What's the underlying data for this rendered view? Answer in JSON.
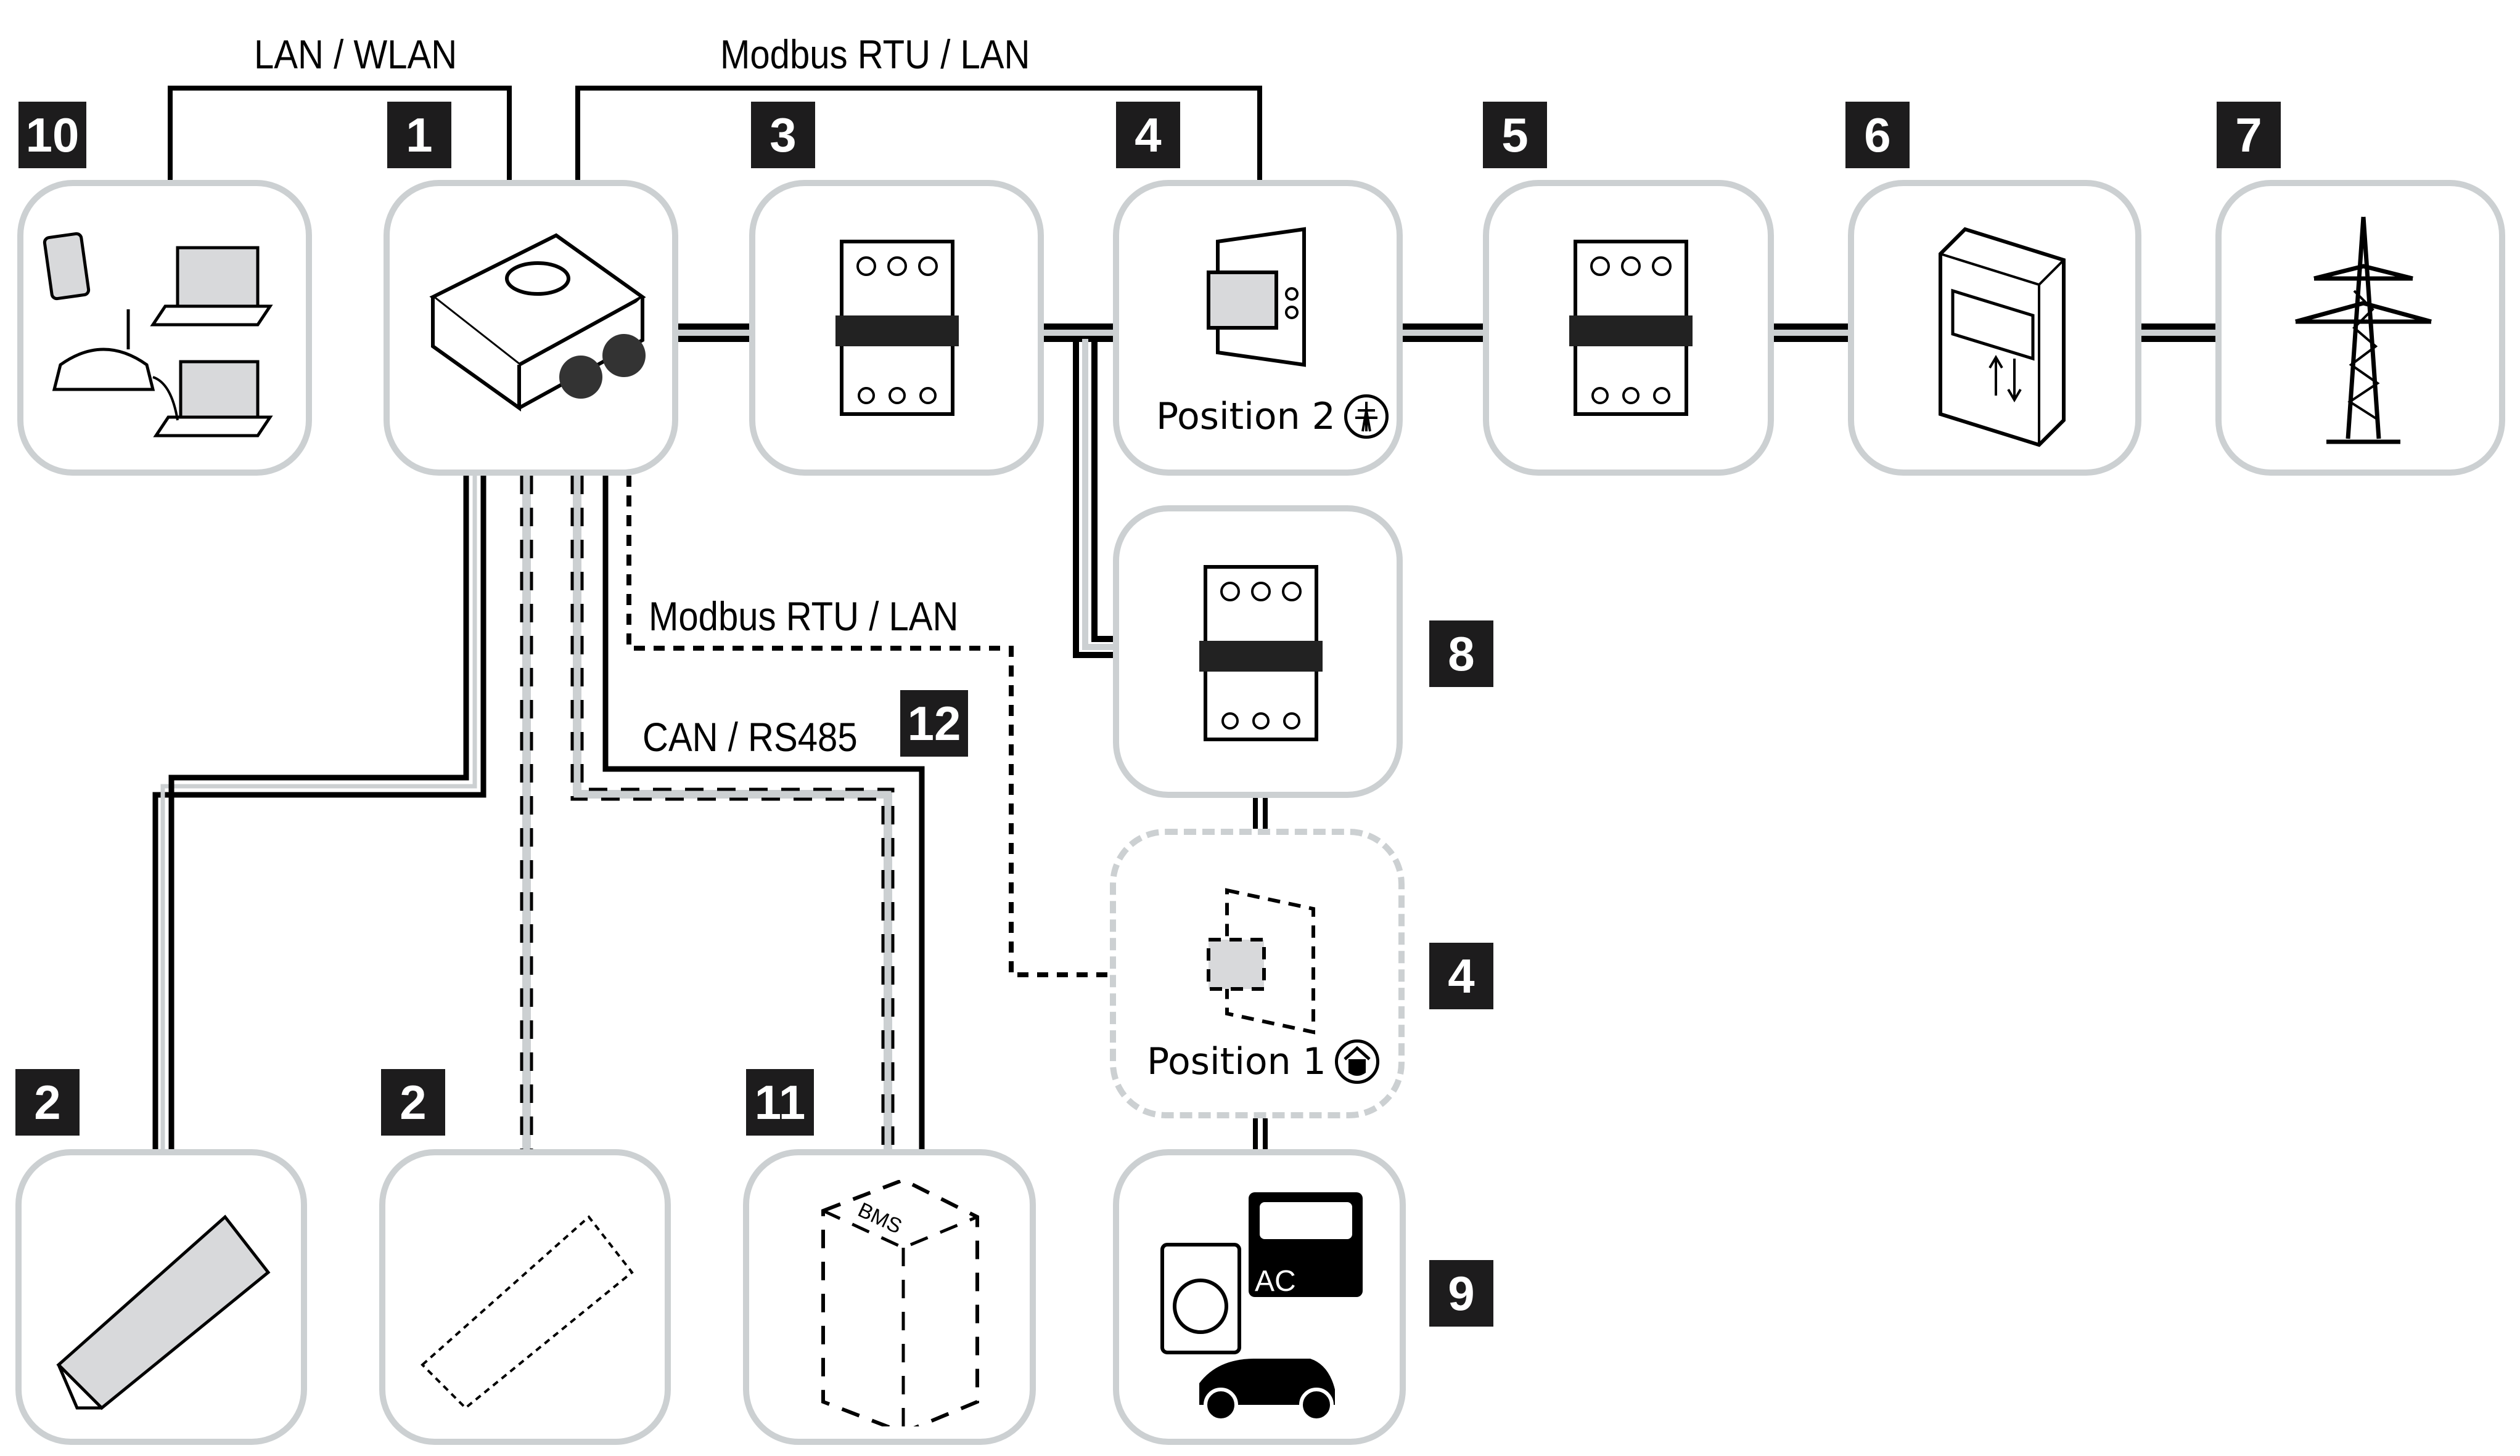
{
  "title": "PV system connection diagram",
  "connection_labels": {
    "lan_wlan": "LAN / WLAN",
    "modbus_top": "Modbus RTU / LAN",
    "modbus_mid": "Modbus RTU / LAN",
    "can_rs485": "CAN / RS485"
  },
  "components": [
    {
      "id": "10",
      "badge": "10",
      "name": "Communication devices (tablet, laptops, router)"
    },
    {
      "id": "1",
      "badge": "1",
      "name": "Inverter"
    },
    {
      "id": "3",
      "badge": "3",
      "name": "Circuit breaker"
    },
    {
      "id": "4a",
      "badge": "4",
      "name": "Energy meter",
      "position_label": "Position 2",
      "position_icon": "grid-pylon-icon"
    },
    {
      "id": "5",
      "badge": "5",
      "name": "Circuit breaker"
    },
    {
      "id": "6",
      "badge": "6",
      "name": "Utility meter cabinet"
    },
    {
      "id": "7",
      "badge": "7",
      "name": "Public grid"
    },
    {
      "id": "8",
      "badge": "8",
      "name": "Circuit breaker"
    },
    {
      "id": "4b",
      "badge": "4",
      "name": "Energy meter (optional)",
      "position_label": "Position 1",
      "position_icon": "house-consumption-icon"
    },
    {
      "id": "9",
      "badge": "9",
      "name": "Household loads (washer, AC, EV)",
      "ac_text": "AC"
    },
    {
      "id": "2a",
      "badge": "2",
      "name": "PV generator"
    },
    {
      "id": "2b",
      "badge": "2",
      "name": "PV generator (optional)"
    },
    {
      "id": "11",
      "badge": "11",
      "name": "Battery storage",
      "bms_text": "BMS"
    },
    {
      "id": "12",
      "badge": "12",
      "name": "CAN / RS485 communication"
    }
  ],
  "colors": {
    "badge_bg": "#1d1c1d",
    "box_border": "#ccd0d2",
    "wire": "#000000",
    "wire_light": "#ccd0d2",
    "display_fill": "#d8d9db"
  }
}
